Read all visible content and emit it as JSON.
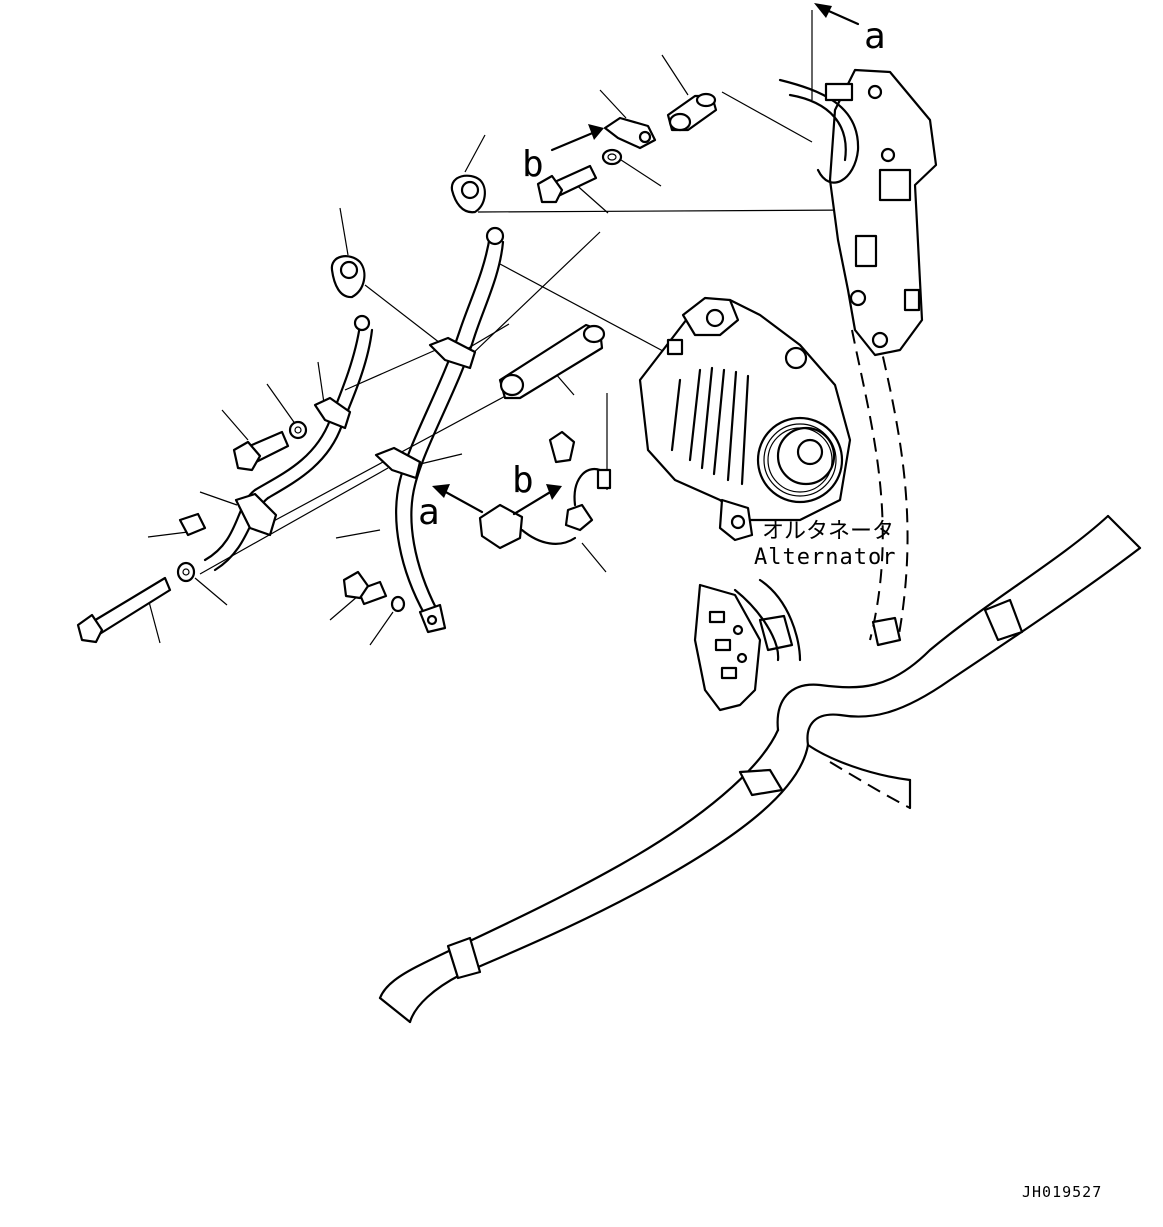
{
  "callout_letters": {
    "a_top": "a",
    "a_left": "a",
    "b_top": "b",
    "b_left": "b"
  },
  "component_label": {
    "japanese": "オルタネータ",
    "english": "Alternator"
  },
  "drawing_number": "JH019527"
}
